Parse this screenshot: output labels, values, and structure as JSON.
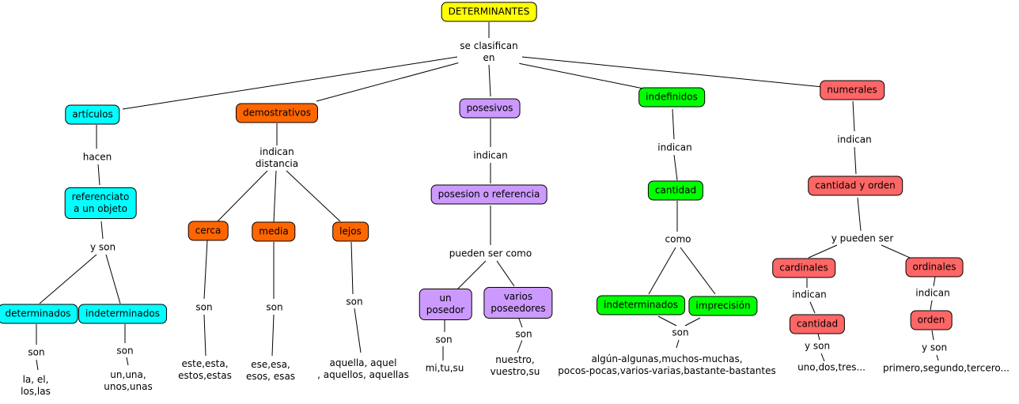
{
  "colors": {
    "root": "#ffff00",
    "articulos": "#00ffff",
    "demostrativos": "#ff6600",
    "posesivos": "#cc99ff",
    "indefinidos": "#00ff00",
    "numerales": "#ff6666"
  },
  "nodes": {
    "root": "DETERMINANTES",
    "articulos": "artículos",
    "demostrativos": "demostrativos",
    "posesivos": "posesivos",
    "indefinidos": "indefinidos",
    "numerales": "numerales",
    "referenciato": "referenciato\na un objeto",
    "determinados": "determinados",
    "indeterminados_art": "indeterminados",
    "cerca": "cerca",
    "media": "media",
    "lejos": "lejos",
    "posesion": "posesion o referencia",
    "un_posedor": "un\nposedor",
    "varios_poseedores": "varios\nposeedores",
    "cantidad_indef": "cantidad",
    "indeterminados_indef": "indeterminados",
    "imprecision": "imprecisión",
    "cantidad_orden": "cantidad y orden",
    "cardinales": "cardinales",
    "ordinales": "ordinales",
    "cantidad_card": "cantidad",
    "orden": "orden"
  },
  "labels": {
    "se_clasifican": "se clasifican\nen",
    "hacen": "hacen",
    "y_son_art": "y son",
    "son_det": "son",
    "son_indet": "son",
    "indican_distancia": "indican\ndistancia",
    "son_cerca": "son",
    "son_media": "son",
    "son_lejos": "son",
    "indican_pos": "indican",
    "pueden_ser_como": "pueden ser como",
    "son_un": "son",
    "son_varios": "son",
    "indican_indef": "indican",
    "como": "como",
    "son_indef": "son",
    "indican_num": "indican",
    "y_pueden_ser": "y pueden ser",
    "indican_card": "indican",
    "y_son_card": "y son",
    "indican_ord": "indican",
    "y_son_ord": "y son"
  },
  "leaves": {
    "la_el": "la, el,\nlos,las",
    "un_una": "un,una,\nunos,unas",
    "este_esta": "este,esta,\nestos,estas",
    "ese_esa": "ese,esa,\nesos, esas",
    "aquella": "aquella, aquel\n, aquellos, aquellas",
    "mi_tu": "mi,tu,su",
    "nuestro": "nuestro,\nvuestro,su",
    "algun": "algún-algunas,muchos-muchas,\npocos-pocas,varios-varias,bastante-bastantes",
    "uno_dos": "uno,dos,tres...",
    "primero": "primero,segundo,tercero..."
  }
}
